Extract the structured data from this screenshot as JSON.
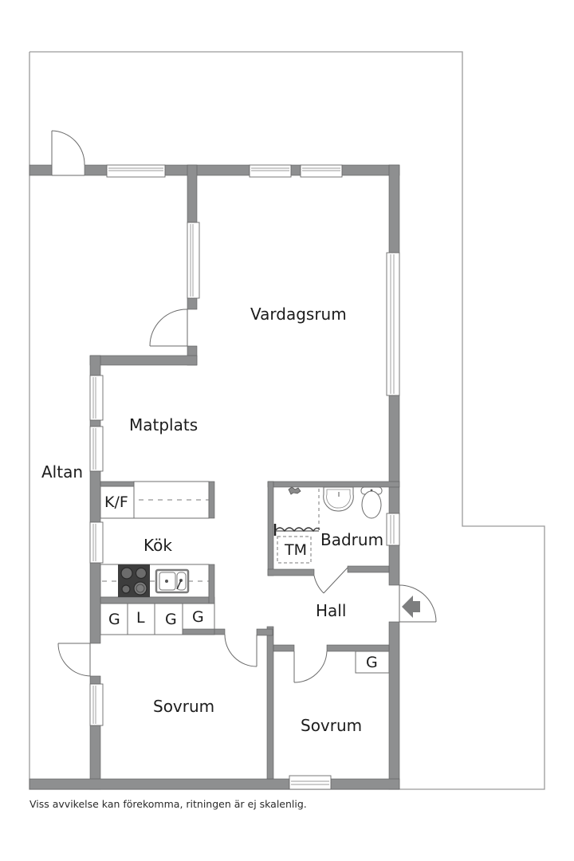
{
  "rooms": {
    "vardagsrum": "Vardagsrum",
    "matplats": "Matplats",
    "altan": "Altan",
    "kok": "Kök",
    "badrum": "Badrum",
    "hall": "Hall",
    "sovrum_1": "Sovrum",
    "sovrum_2": "Sovrum"
  },
  "fixtures": {
    "fridge_freezer": "K/F",
    "washing_machine": "TM",
    "kitchen_storage": [
      "G",
      "L",
      "G",
      "G"
    ],
    "hall_storage": "G"
  },
  "icons": {
    "entrance": "entrance-arrow-icon",
    "stove": "stove-icon",
    "sink": "sink-icon",
    "washbasin": "washbasin-icon",
    "toilet": "toilet-icon",
    "shower": "shower-icon"
  },
  "colors": {
    "wall": "#8e8f90",
    "outline": "#9a9a9a",
    "stove": "#3d3d3d"
  },
  "footer": {
    "disclaimer": "Viss avvikelse kan förekomma, ritningen är ej skalenlig."
  }
}
